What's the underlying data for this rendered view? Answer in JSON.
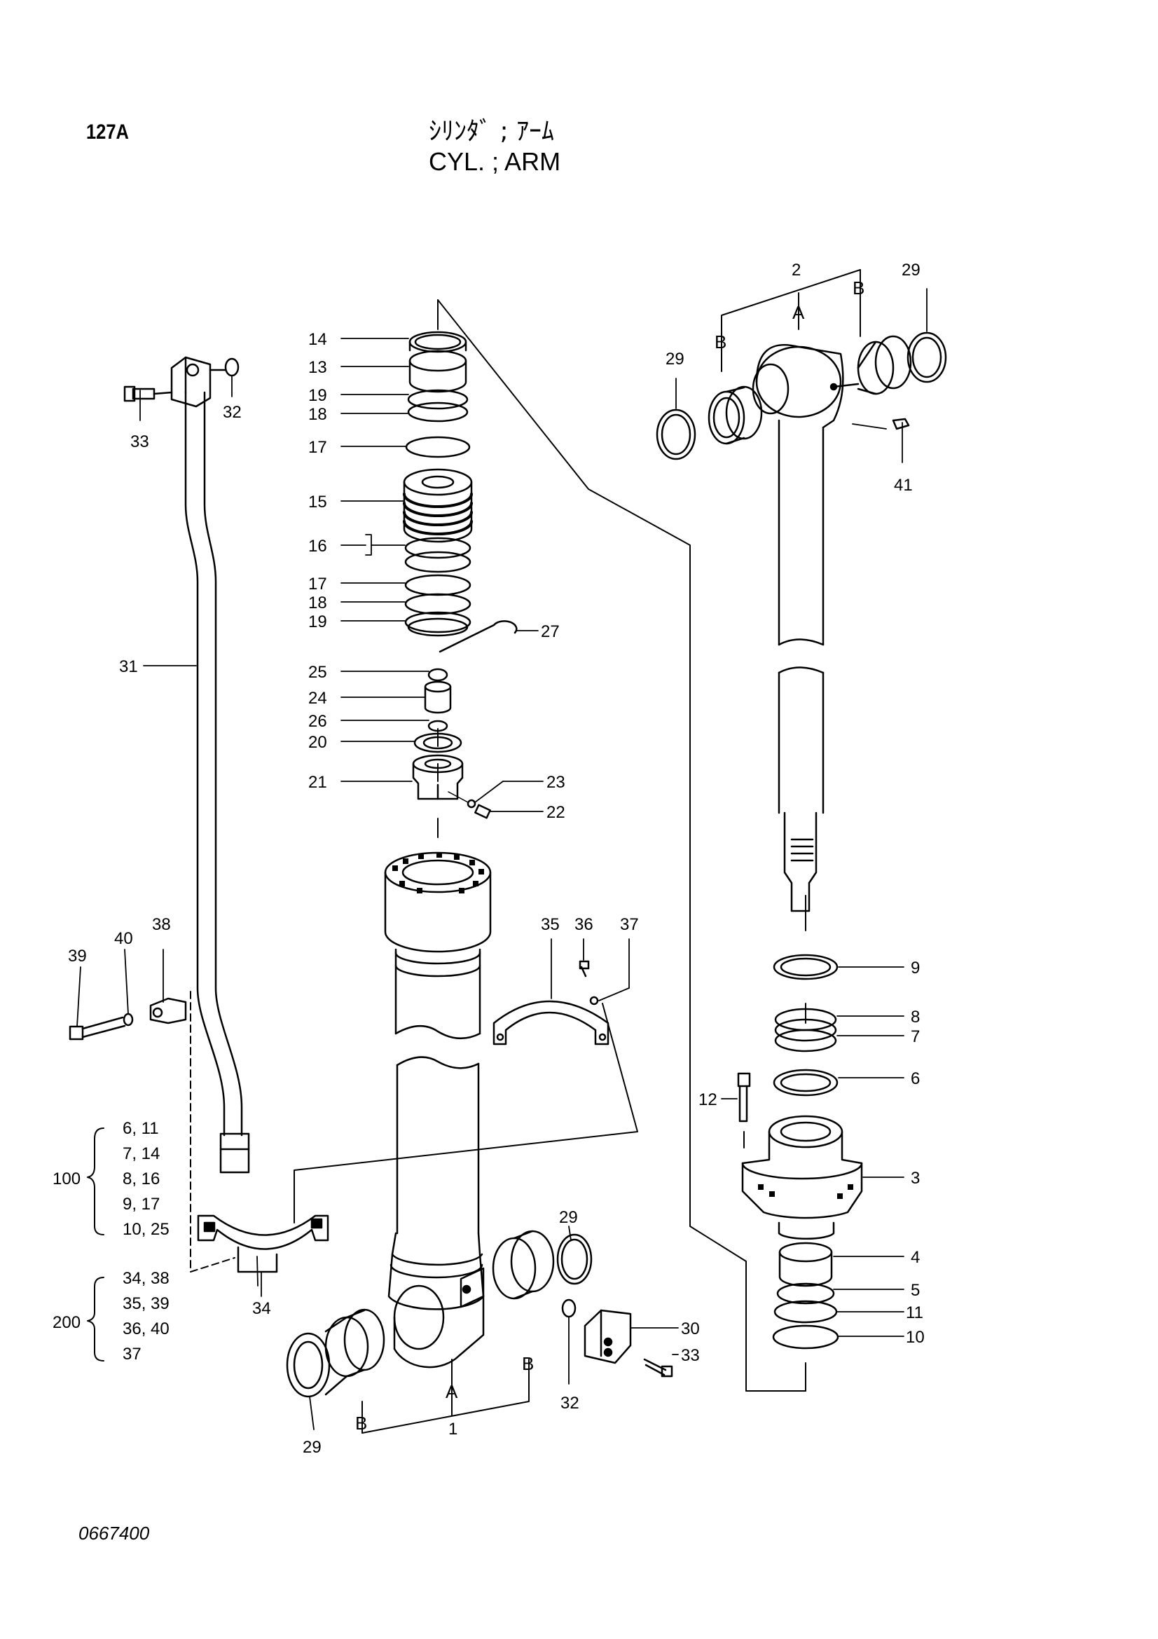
{
  "header": {
    "page_code": "127A",
    "title_jp": "ｼﾘﾝﾀﾞ ; ｱｰﾑ",
    "title_en": "CYL. ; ARM"
  },
  "footer": {
    "drawing_number": "0667400"
  },
  "part_labels": {
    "p1": "1",
    "p2": "2",
    "p3": "3",
    "p4": "4",
    "p5": "5",
    "p6": "6",
    "p7": "7",
    "p8": "8",
    "p9": "9",
    "p10": "10",
    "p11": "11",
    "p12": "12",
    "p13": "13",
    "p14": "14",
    "p15": "15",
    "p16": "16",
    "p17": "17",
    "p18": "18",
    "p19": "19",
    "p20": "20",
    "p21": "21",
    "p22": "22",
    "p23": "23",
    "p24": "24",
    "p25": "25",
    "p26": "26",
    "p27": "27",
    "p29": "29",
    "p30": "30",
    "p31": "31",
    "p32": "32",
    "p33": "33",
    "p34": "34",
    "p35": "35",
    "p36": "36",
    "p37": "37",
    "p38": "38",
    "p39": "39",
    "p40": "40",
    "p41": "41"
  },
  "letter_labels": {
    "a": "A",
    "b": "B"
  },
  "kits": [
    {
      "id": "100",
      "items": [
        "6, 11",
        "7, 14",
        "8, 16",
        "9, 17",
        "10, 25"
      ]
    },
    {
      "id": "200",
      "items": [
        "34, 38",
        "35, 39",
        "36, 40",
        "37"
      ]
    }
  ]
}
